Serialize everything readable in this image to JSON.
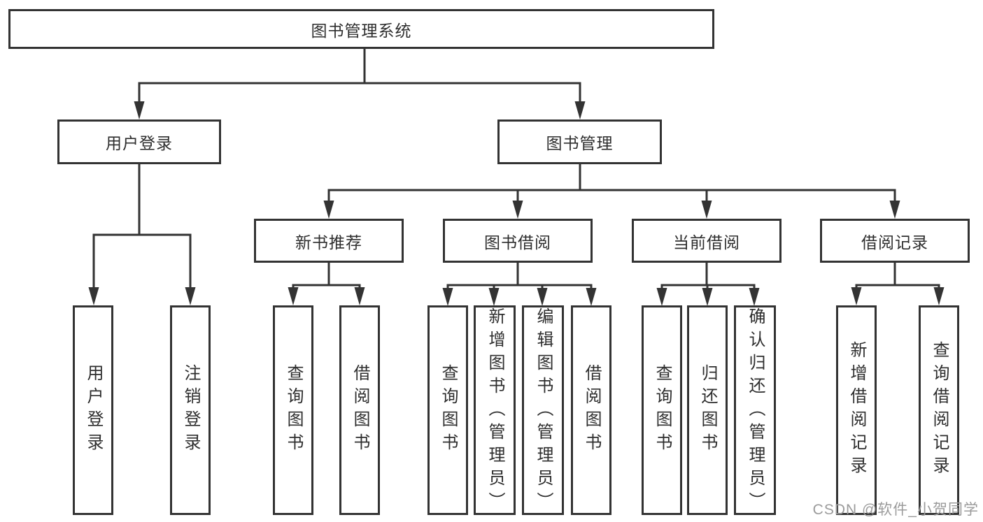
{
  "tree": {
    "root": {
      "label": "图书管理系统",
      "children": [
        {
          "label": "用户登录",
          "children": [
            {
              "label": "用户登录"
            },
            {
              "label": "注销登录"
            }
          ]
        },
        {
          "label": "图书管理",
          "children": [
            {
              "label": "新书推荐",
              "children": [
                {
                  "label": "查询图书"
                },
                {
                  "label": "借阅图书"
                }
              ]
            },
            {
              "label": "图书借阅",
              "children": [
                {
                  "label": "查询图书"
                },
                {
                  "label": "新增图书（管理员）"
                },
                {
                  "label": "编辑图书（管理员）"
                },
                {
                  "label": "借阅图书"
                }
              ]
            },
            {
              "label": "当前借阅",
              "children": [
                {
                  "label": "查询图书"
                },
                {
                  "label": "归还图书"
                },
                {
                  "label": "确认归还（管理员）"
                }
              ]
            },
            {
              "label": "借阅记录",
              "children": [
                {
                  "label": "新增借阅记录"
                },
                {
                  "label": "查询借阅记录"
                }
              ]
            }
          ]
        }
      ]
    }
  },
  "watermark": {
    "text": "CSDN @软件_小贺同学"
  },
  "colors": {
    "line": "#333333",
    "text": "#2e2e2e",
    "box_background": "#ffffff",
    "watermark": "#9b9b9b"
  }
}
